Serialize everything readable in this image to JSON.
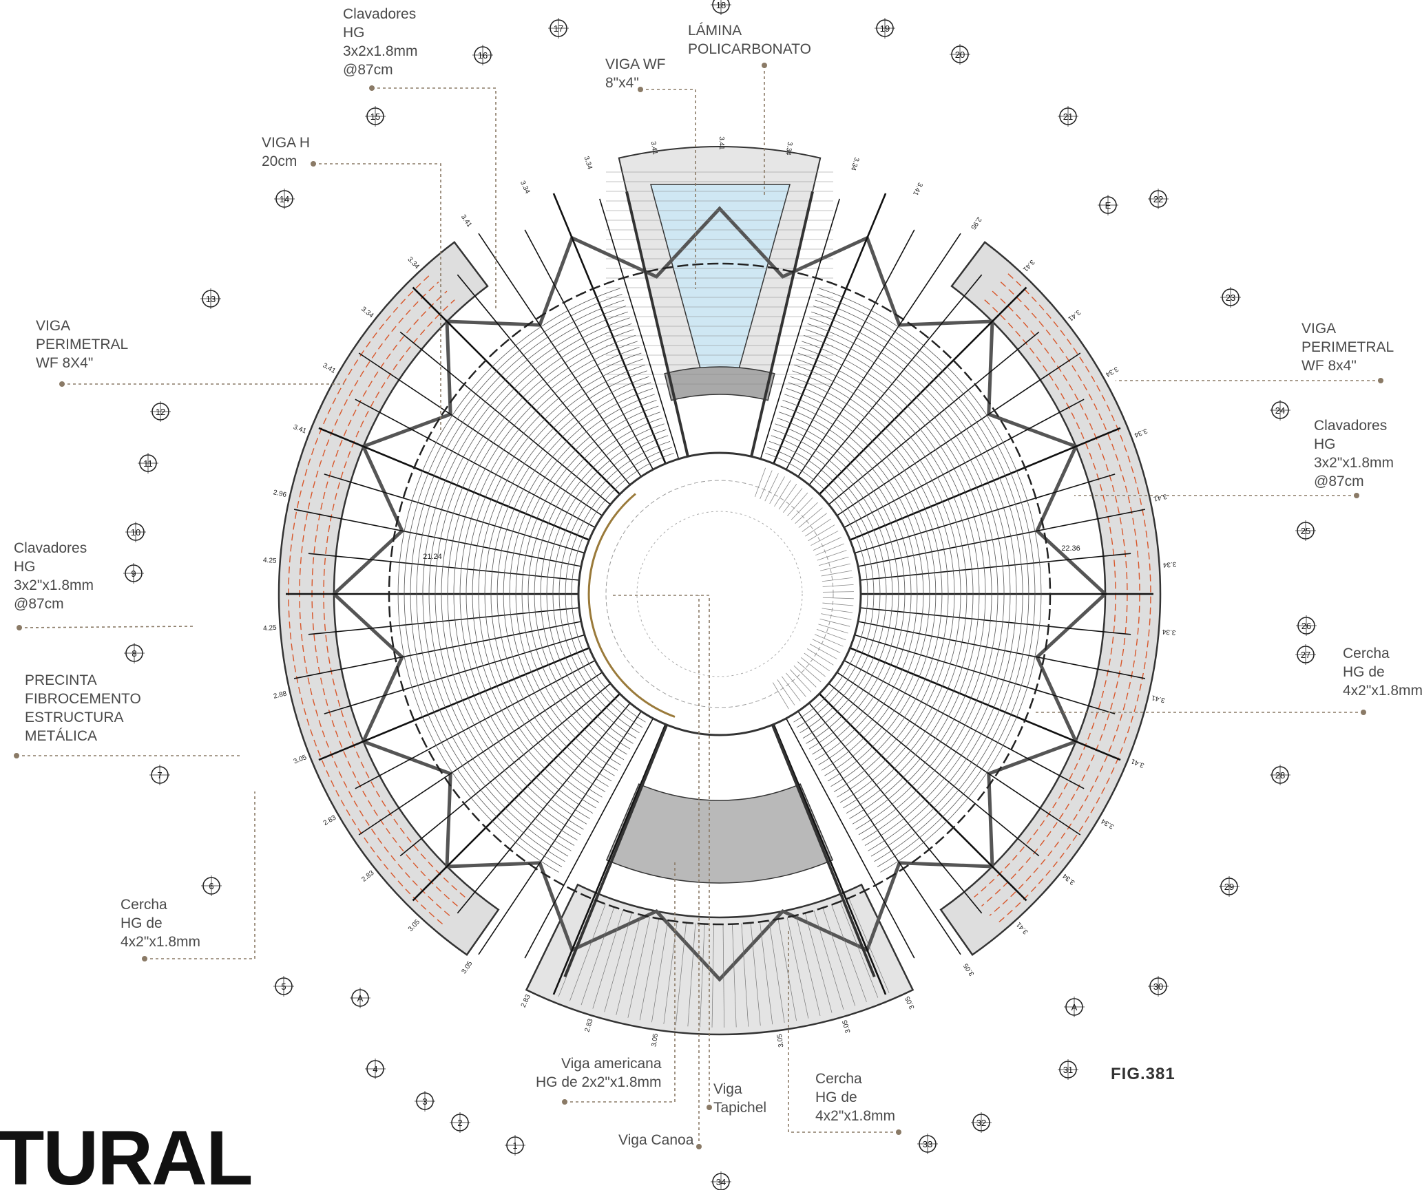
{
  "figure_label": "FIG.381",
  "title_fragment": "TURAL",
  "annotations": [
    {
      "key": "clav_top",
      "text": "Clavadores\nHG\n3x2x1.8mm\n@87cm"
    },
    {
      "key": "lamina",
      "text": "LÁMINA\nPOLICARBONATO"
    },
    {
      "key": "viga_wf",
      "text": "VIGA WF\n8\"x4\""
    },
    {
      "key": "viga_h",
      "text": "VIGA H\n20cm"
    },
    {
      "key": "viga_per_left",
      "text": "VIGA\nPERIMETRAL\nWF 8X4\""
    },
    {
      "key": "viga_per_right",
      "text": "VIGA\nPERIMETRAL\nWF 8x4\""
    },
    {
      "key": "clav_right",
      "text": "Clavadores\nHG\n3x2\"x1.8mm\n@87cm"
    },
    {
      "key": "clav_left",
      "text": "Clavadores\nHG\n3x2\"x1.8mm\n@87cm"
    },
    {
      "key": "precinta",
      "text": "PRECINTA\nFIBROCEMENTO\nESTRUCTURA\nMETÁLICA"
    },
    {
      "key": "cercha_right",
      "text": "Cercha\nHG de\n4x2\"x1.8mm"
    },
    {
      "key": "cercha_left",
      "text": "Cercha\nHG de\n4x2\"x1.8mm"
    },
    {
      "key": "viga_americana",
      "text": "Viga americana\nHG de 2x2\"x1.8mm"
    },
    {
      "key": "viga_tapichel",
      "text": "Viga\nTapichel"
    },
    {
      "key": "viga_canoa",
      "text": "Viga Canoa"
    },
    {
      "key": "cercha_bottom",
      "text": "Cercha\nHG de\n4x2\"x1.8mm"
    }
  ],
  "grid_axes": [
    "1",
    "2",
    "3",
    "4",
    "5",
    "6",
    "7",
    "8",
    "9",
    "10",
    "11",
    "12",
    "13",
    "14",
    "15",
    "16",
    "17",
    "18",
    "19",
    "20",
    "21",
    "22",
    "23",
    "24",
    "25",
    "26",
    "27",
    "28",
    "29",
    "30",
    "31",
    "32",
    "33",
    "34",
    "A",
    "E",
    "A"
  ],
  "dimension_labels": [
    "3.05",
    "2.83",
    "2.83",
    "3.05",
    "3.05",
    "2.83",
    "2.83",
    "3.05",
    "2.88",
    "4.25",
    "4.25",
    "2.96",
    "3.41",
    "3.41",
    "3.34",
    "3.34",
    "3.41",
    "3.34",
    "3.34",
    "3.41",
    "3.41",
    "3.34",
    "3.34",
    "3.41",
    "2.95",
    "3.41",
    "3.41",
    "3.34",
    "3.34",
    "3.41",
    "3.34",
    "3.34",
    "3.41",
    "3.41",
    "3.34",
    "3.34",
    "3.41",
    "3.05",
    "3.05",
    "3.05",
    "3.05",
    "21.24",
    "22.36"
  ],
  "colors": {
    "line": "#333333",
    "roof_fill": "#dedede",
    "glass": "#cfe7f3",
    "leader": "#8a7a66",
    "red_dash": "#d8562a",
    "gold": "#9a7a3a"
  }
}
